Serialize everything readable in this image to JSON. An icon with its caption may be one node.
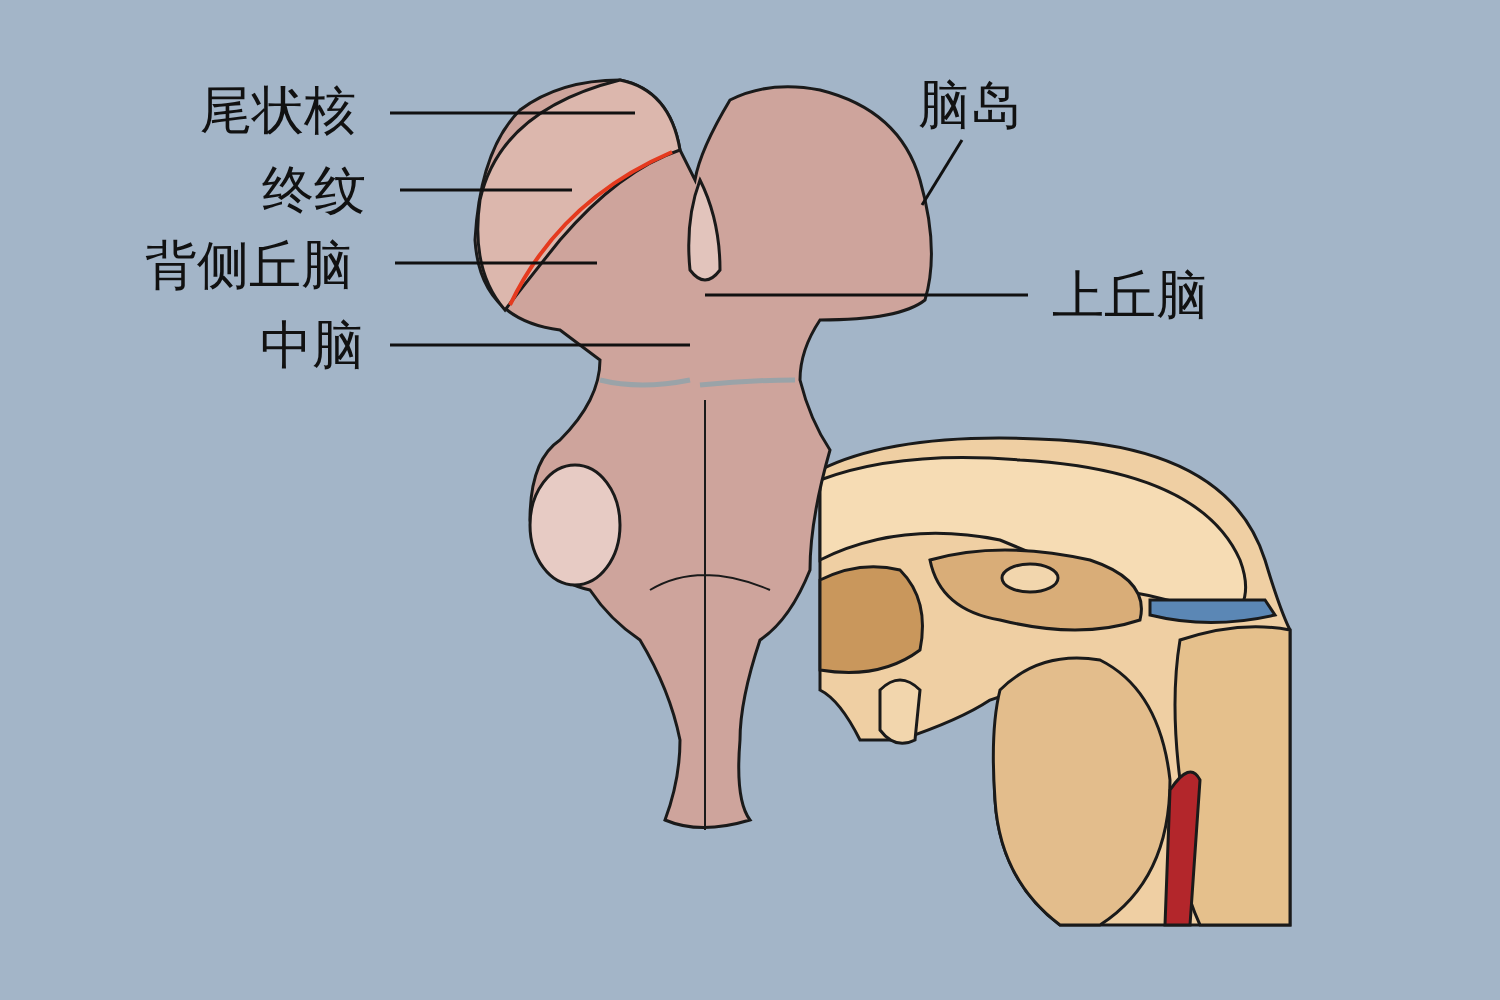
{
  "diagram": {
    "nodes": [
      {
        "text": [
          "尾状核"
        ]
      },
      {
        "text": [
          "终纹"
        ]
      },
      {
        "text": [
          "背侧丘脑"
        ]
      },
      {
        "text": [
          "中脑"
        ]
      },
      {
        "text": [
          "脑岛"
        ]
      },
      {
        "text": [
          "上丘脑"
        ]
      }
    ],
    "edges": [
      {
        "from": 0,
        "to": null,
        "arrow": "none"
      },
      {
        "from": 1,
        "to": null,
        "arrow": "none"
      },
      {
        "from": 2,
        "to": null,
        "arrow": "none"
      },
      {
        "from": 3,
        "to": null,
        "arrow": "none"
      },
      {
        "from": 4,
        "to": null,
        "arrow": "none"
      },
      {
        "from": 5,
        "to": null,
        "arrow": "none"
      }
    ]
  }
}
